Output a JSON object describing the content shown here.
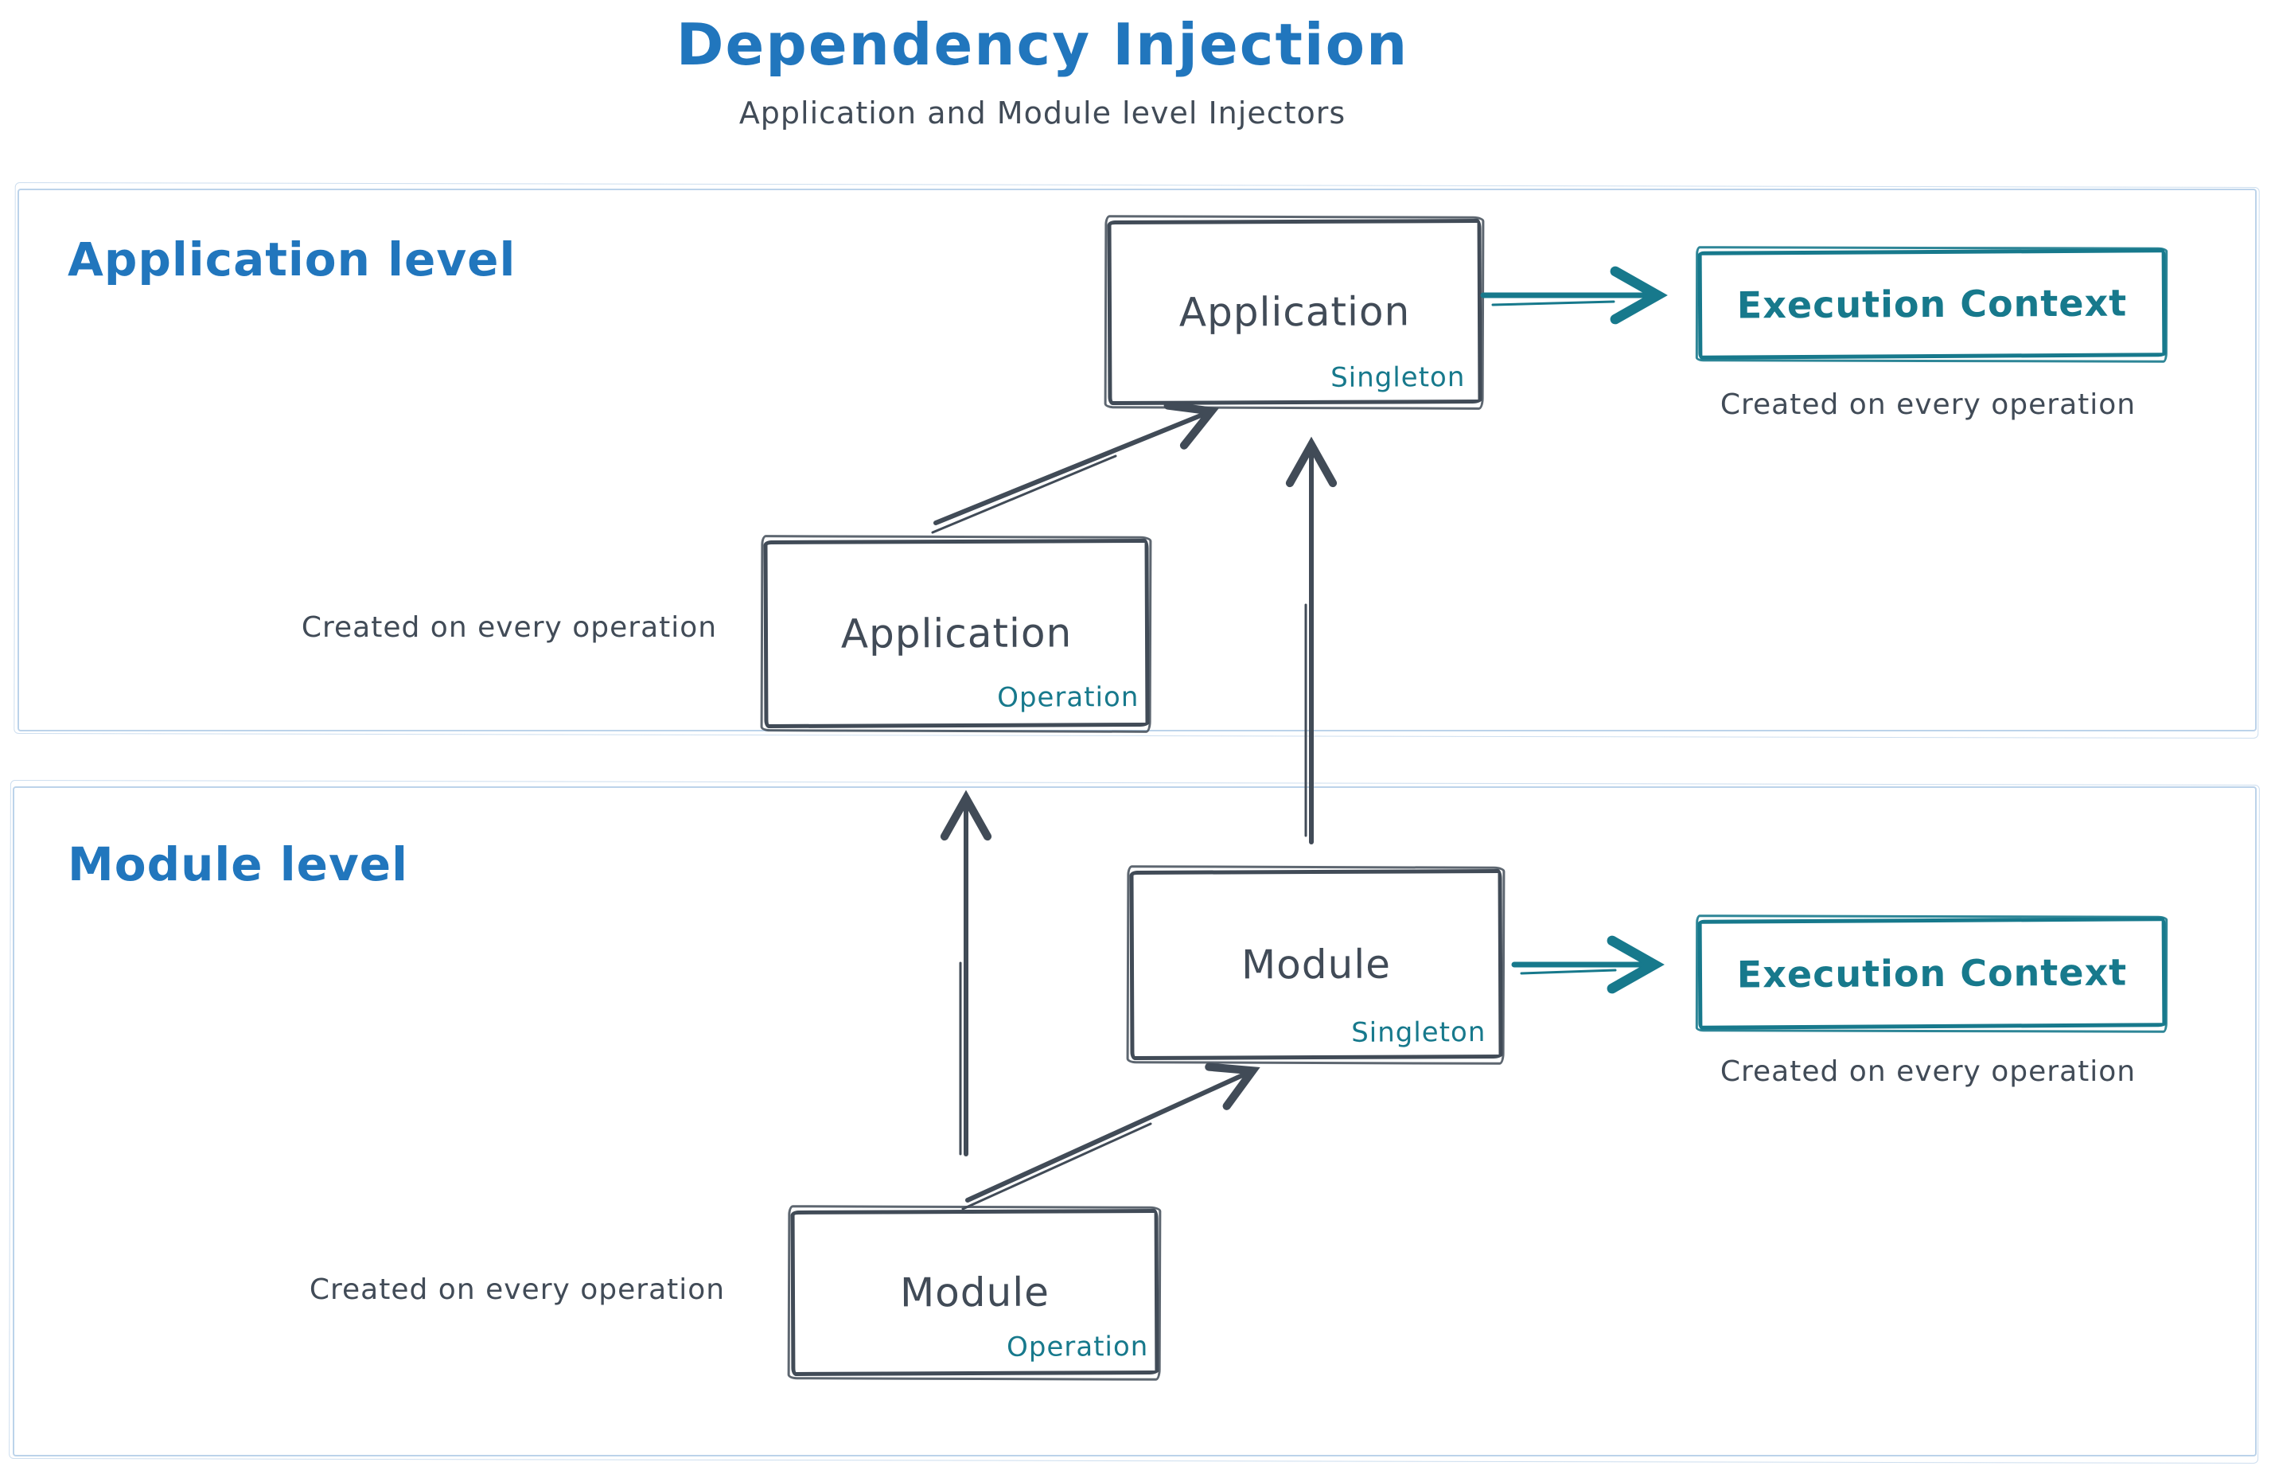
{
  "header": {
    "title": "Dependency Injection",
    "subtitle": "Application and Module level Injectors"
  },
  "application": {
    "section_label": "Application level",
    "singleton": {
      "name": "Application",
      "scope": "Singleton"
    },
    "operation": {
      "name": "Application",
      "scope": "Operation"
    },
    "operation_caption": "Created on every operation",
    "execution_context": "Execution Context",
    "execution_caption": "Created on every operation"
  },
  "module": {
    "section_label": "Module level",
    "singleton": {
      "name": "Module",
      "scope": "Singleton"
    },
    "operation": {
      "name": "Module",
      "scope": "Operation"
    },
    "operation_caption": "Created on every operation",
    "execution_context": "Execution Context",
    "execution_caption": "Created on every operation"
  },
  "colors": {
    "title_blue": "#2176bd",
    "ink_dark": "#414b57",
    "teal": "#17798c",
    "section_border": "#bcd3ea"
  }
}
